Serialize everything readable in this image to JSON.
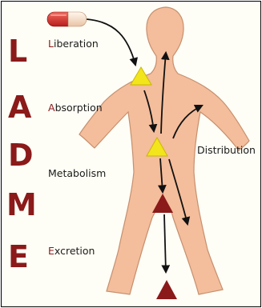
{
  "stages": [
    {
      "letter": "L",
      "first": "L",
      "rest": "iberation"
    },
    {
      "letter": "A",
      "first": "A",
      "rest": "bsorption"
    },
    {
      "letter": "D",
      "first": "",
      "rest": "Distribution"
    },
    {
      "letter": "M",
      "first": "",
      "rest": "Metabolism"
    },
    {
      "letter": "E",
      "first": "E",
      "rest": "xcretion"
    }
  ],
  "colors": {
    "letters": "#8b1a1a",
    "body_fill": "#f4bd9b",
    "body_stroke": "#c6906f",
    "yellow_triangle": "#f3e51c",
    "red_triangle": "#8b1a1a",
    "pill_red": "#d62b2b",
    "pill_cream": "#f7ddc6",
    "arrow": "#111111"
  },
  "icons": [
    "pill-icon",
    "yellow-triangle-icon",
    "red-triangle-icon"
  ]
}
